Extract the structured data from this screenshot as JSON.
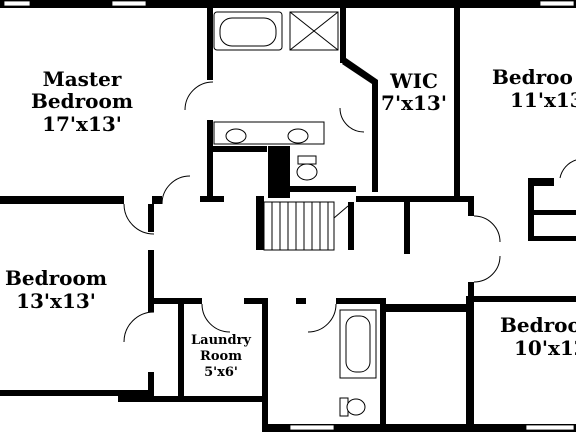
{
  "rooms": {
    "master": {
      "line1": "Master",
      "line2": "Bedroom",
      "size": "17'x13'"
    },
    "wic": {
      "name": "WIC",
      "size": "7'x13'"
    },
    "bedroom_ne": {
      "name": "Bedroo",
      "size": "11'x13"
    },
    "bedroom_w": {
      "name": "Bedroom",
      "size": "13'x13'"
    },
    "laundry": {
      "line1": "Laundry",
      "line2": "Room",
      "size": "5'x6'"
    },
    "bedroom_se": {
      "name": "Bedroo",
      "size": "10'x12"
    }
  }
}
